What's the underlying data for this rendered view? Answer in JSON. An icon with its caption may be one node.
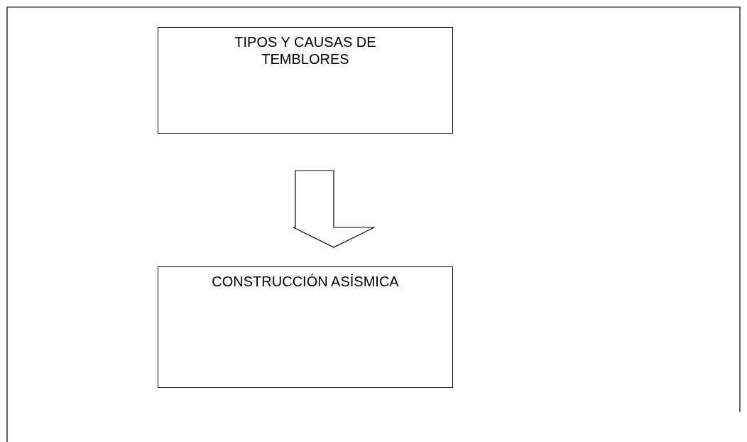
{
  "diagram": {
    "nodes": [
      {
        "text": [
          "TIPOS Y CAUSAS DE TEMBLORES"
        ]
      },
      {
        "text": [
          "CONSTRUCCIÓN ASÍSMICA"
        ]
      }
    ],
    "edges": [
      {
        "from": 0,
        "to": 1,
        "arrow": "to"
      }
    ]
  }
}
